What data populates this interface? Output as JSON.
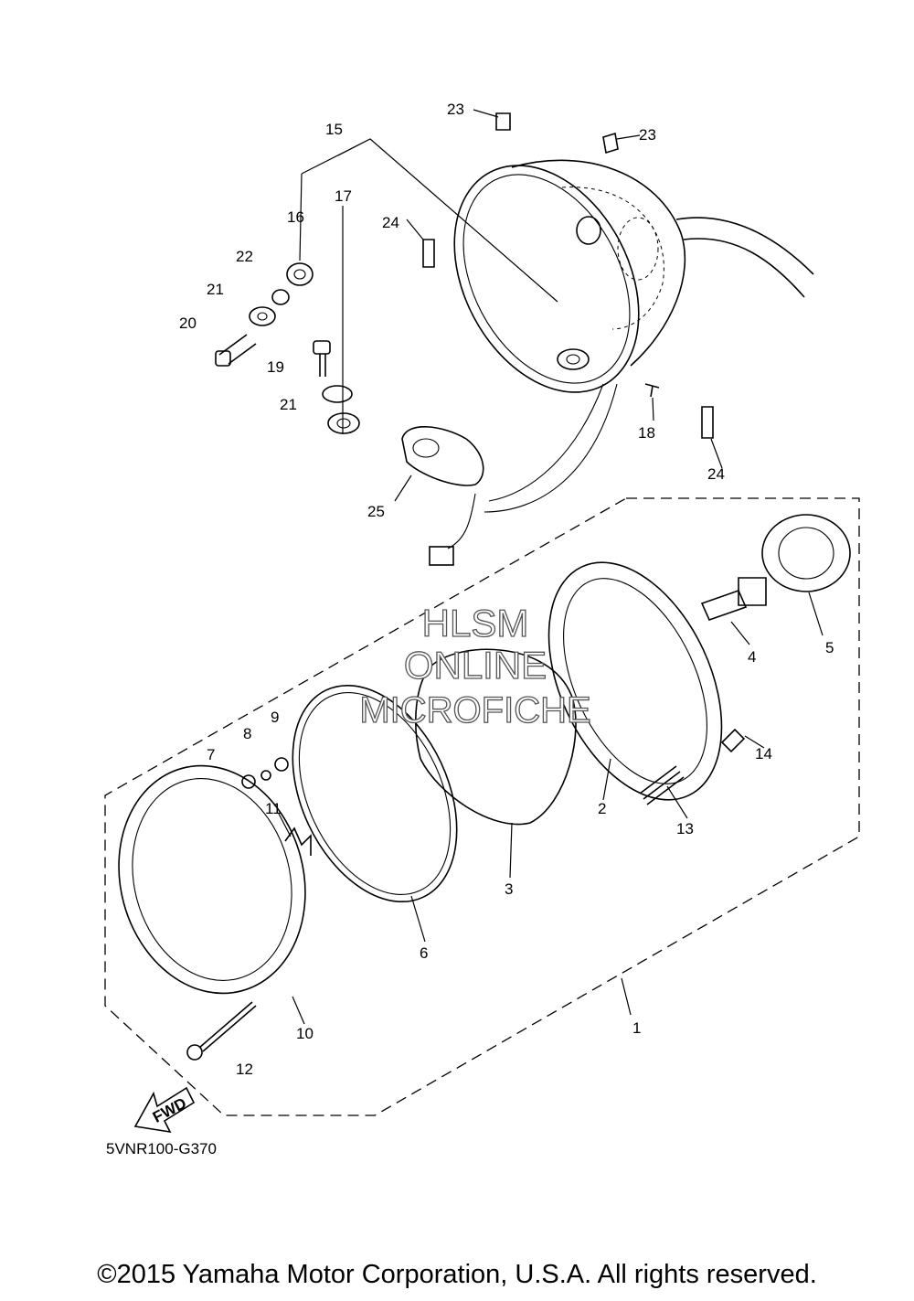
{
  "diagram_code": "5VNR100-G370",
  "copyright": "©2015 Yamaha Motor Corporation, U.S.A. All rights reserved.",
  "watermark": {
    "line1": "HLSM",
    "line2": "ONLINE",
    "line3": "MICROFICHE"
  },
  "fwd_label": "FWD",
  "callouts": {
    "c1": "1",
    "c2": "2",
    "c3": "3",
    "c4": "4",
    "c5": "5",
    "c6": "6",
    "c7": "7",
    "c8": "8",
    "c9": "9",
    "c10": "10",
    "c11": "11",
    "c12": "12",
    "c13": "13",
    "c14": "14",
    "c15": "15",
    "c16": "16",
    "c17": "17",
    "c18": "18",
    "c19": "19",
    "c20": "20",
    "c21a": "21",
    "c21b": "21",
    "c22": "22",
    "c23a": "23",
    "c23b": "23",
    "c24a": "24",
    "c24b": "24",
    "c25": "25"
  }
}
